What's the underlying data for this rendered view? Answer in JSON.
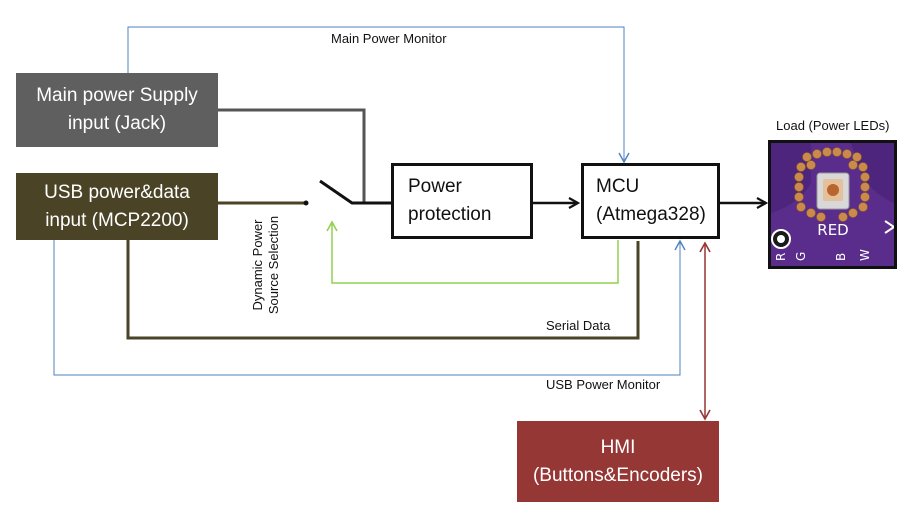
{
  "blocks": {
    "main_supply": {
      "line1": "Main power Supply",
      "line2": "input (Jack)",
      "color": "#5f5f5f"
    },
    "usb_supply": {
      "line1": "USB power&data",
      "line2": "input (MCP2200)",
      "color": "#4a4326"
    },
    "power_protection": {
      "line1": "Power",
      "line2": "protection"
    },
    "mcu": {
      "line1": "MCU",
      "line2": "(Atmega328)"
    },
    "hmi": {
      "line1": "HMI",
      "line2": "(Buttons&Encoders)",
      "color": "#953735"
    }
  },
  "labels": {
    "main_power_monitor": "Main Power Monitor",
    "serial_data": "Serial Data",
    "usb_power_monitor": "USB Power Monitor",
    "load": "Load (Power LEDs)",
    "dynamic_selection_line1": "Dynamic Power",
    "dynamic_selection_line2": "Source Selection"
  },
  "load_image": {
    "icon": "rgb-led-board-photo",
    "board_text": "RED",
    "pin_labels": [
      "R",
      "G",
      "B",
      "W"
    ]
  },
  "colors": {
    "monitor_line": "#4f81bd",
    "feedback_line": "#92d050",
    "serial_line": "#4a4326",
    "hmi_link": "#953735",
    "board": "#5a2d8c"
  }
}
